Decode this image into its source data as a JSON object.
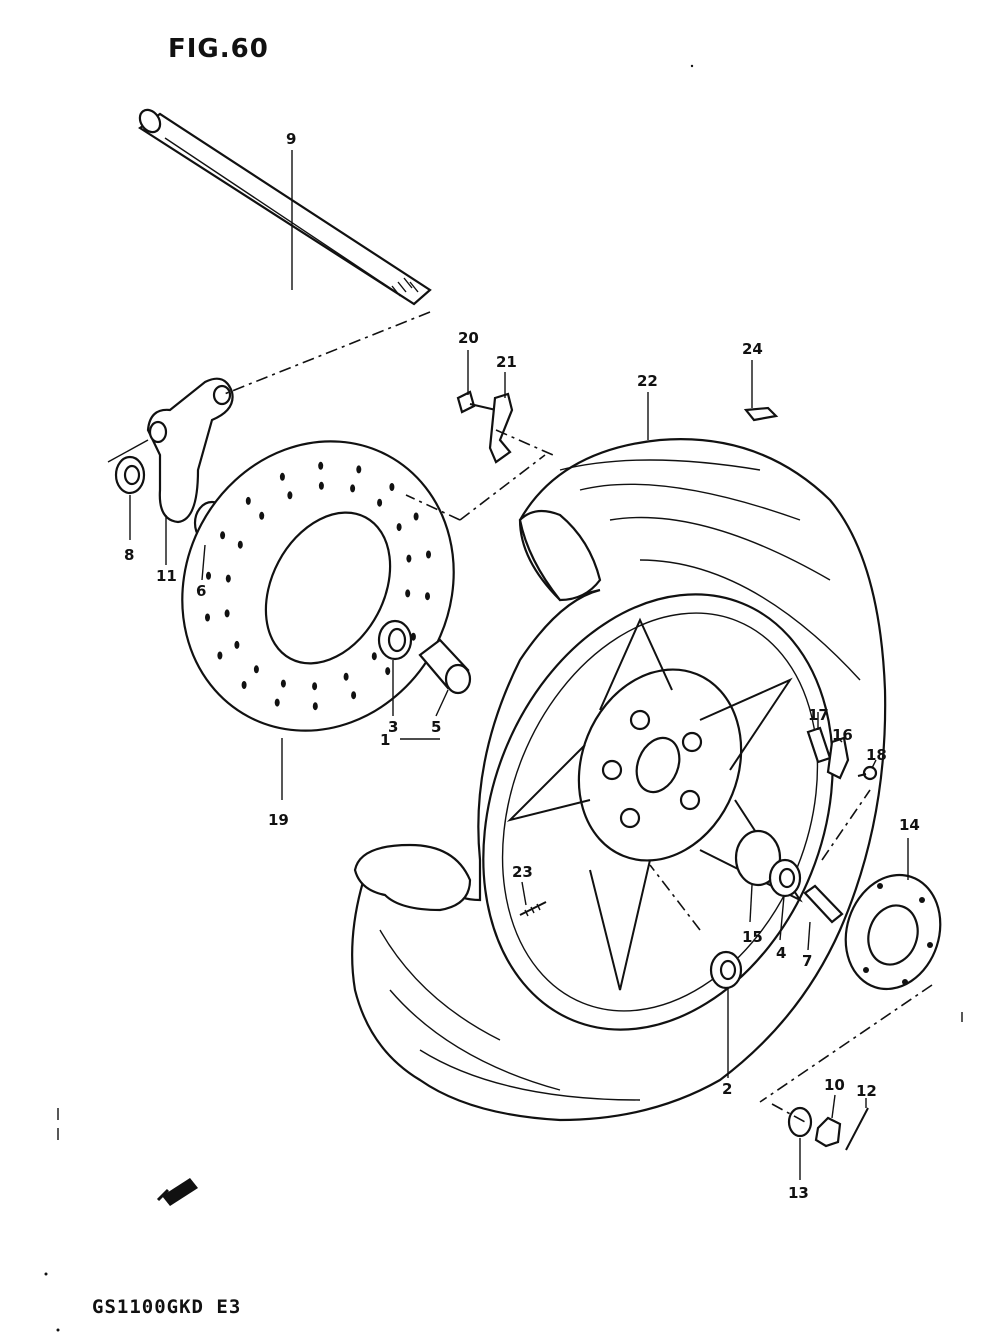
{
  "title": "FIG.60",
  "model": "GS1100GKD E3",
  "callouts": [
    "1",
    "2",
    "3",
    "4",
    "5",
    "6",
    "7",
    "8",
    "9",
    "10",
    "11",
    "12",
    "13",
    "14",
    "15",
    "16",
    "17",
    "18",
    "19",
    "20",
    "21",
    "22",
    "23",
    "24"
  ]
}
